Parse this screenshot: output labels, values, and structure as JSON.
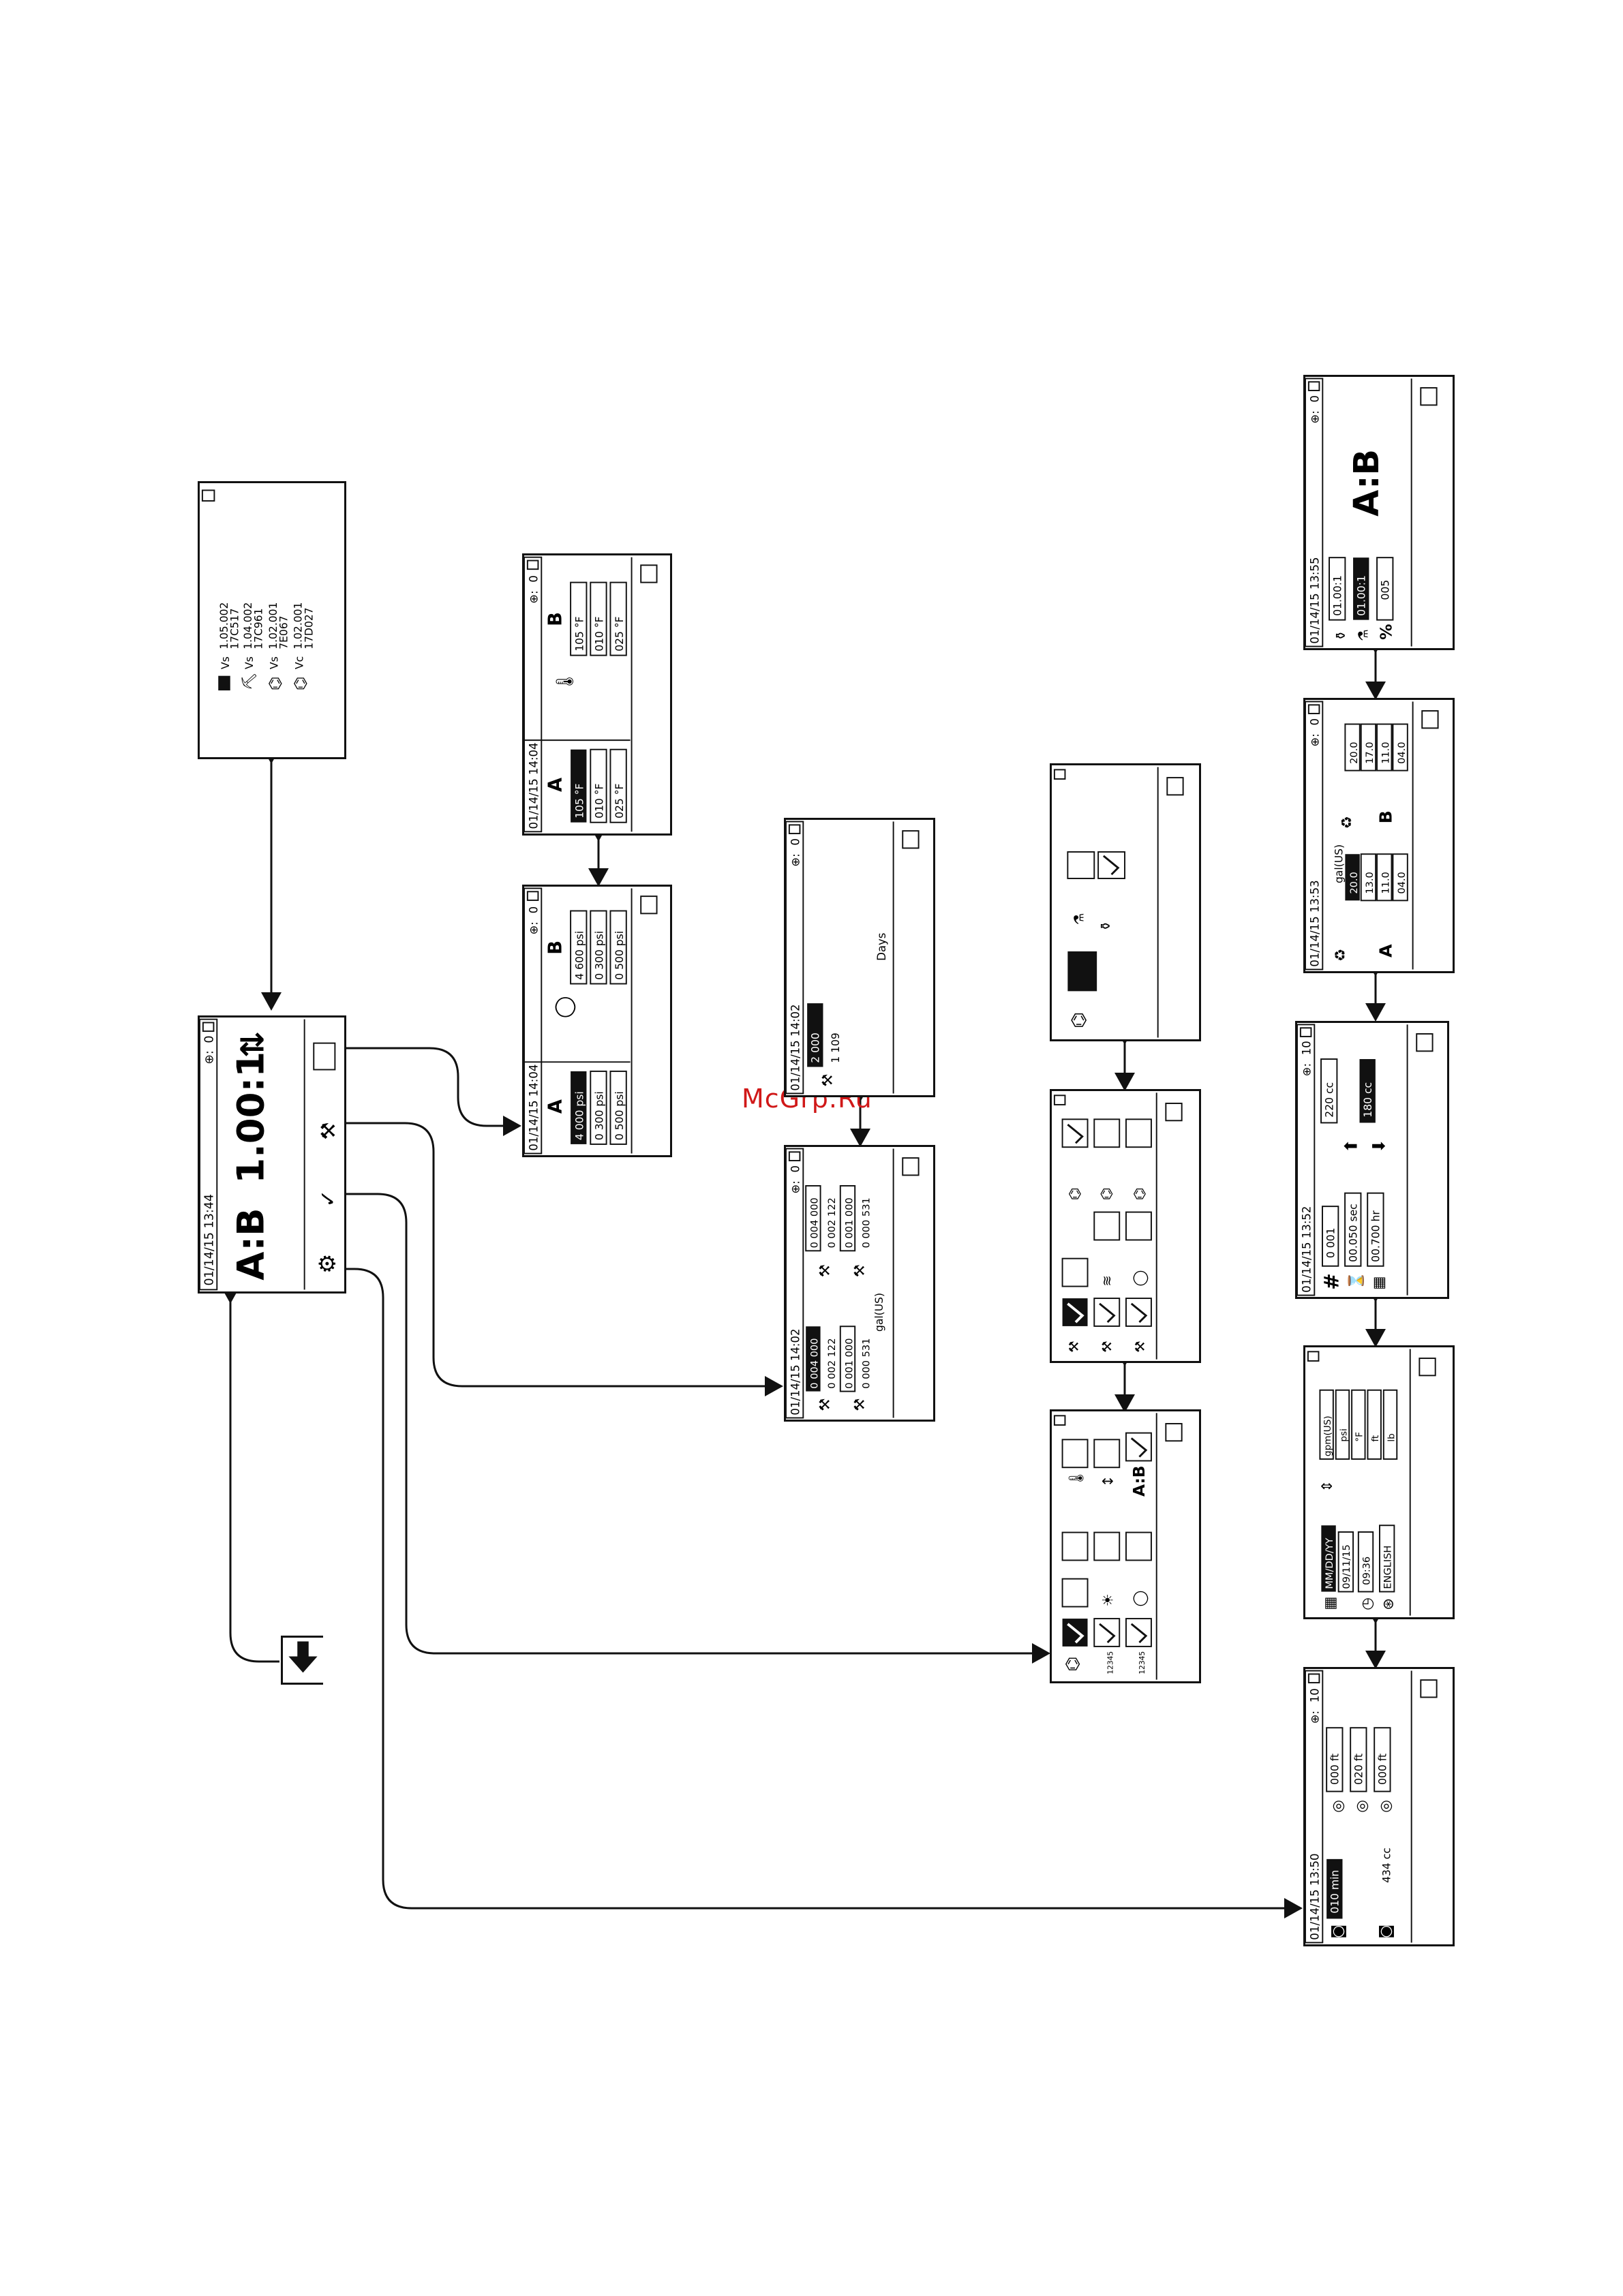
{
  "watermark": "McGrp.Ru",
  "home": {
    "datetime": "01/14/15 13:44",
    "counter": "0",
    "ratio_label": "A:B",
    "ratio_value": "1.00:1"
  },
  "version": {
    "rows": [
      {
        "prefix": "Vs",
        "version": "1.05.002",
        "part": "17C517"
      },
      {
        "prefix": "Vs",
        "version": "1.04.002",
        "part": "17C961"
      },
      {
        "prefix": "Vs",
        "version": "1.02.001",
        "part": "7E067"
      },
      {
        "prefix": "Vc",
        "version": "1.02.001",
        "part": "17D027"
      }
    ]
  },
  "pressure": {
    "datetime": "01/14/15 14:04",
    "counter": "0",
    "side_a": "A",
    "side_b": "B",
    "a_values": [
      "4 000 psi",
      "0 300 psi",
      "0 500 psi"
    ],
    "b_values": [
      "4 600 psi",
      "0 300 psi",
      "0 500 psi"
    ]
  },
  "temperature": {
    "datetime": "01/14/15 14:04",
    "counter": "0",
    "side_a": "A",
    "side_b": "B",
    "a_values": [
      "105 °F",
      "010 °F",
      "025 °F"
    ],
    "b_values": [
      "105 °F",
      "010 °F",
      "025 °F"
    ]
  },
  "maintenance": {
    "datetime": "01/14/15 14:02",
    "counter": "0",
    "unit": "gal(US)",
    "a_values": [
      "0 004 000",
      "0 002 122",
      "0 001 000",
      "0 000 531"
    ],
    "b_values": [
      "0 004 000",
      "0 002 122",
      "0 001 000",
      "0 000 531"
    ]
  },
  "days": {
    "datetime": "01/14/15 14:02",
    "counter": "0",
    "value": "2 000",
    "count": "1 109",
    "label": "Days"
  },
  "ratio_setup": {
    "datetime": "01/14/15 13:55",
    "counter": "0",
    "value1": "01.00:1",
    "value2": "01.00:1",
    "percent": "005",
    "label": "A:B"
  },
  "volume_setup": {
    "datetime": "01/14/15 13:53",
    "counter": "0",
    "unit": "gal(US)",
    "side_a": "A",
    "side_b": "B",
    "a_values": [
      "20.0",
      "13.0",
      "11.0",
      "04.0"
    ],
    "b_values": [
      "20.0",
      "17.0",
      "11.0",
      "04.0"
    ]
  },
  "dispense": {
    "datetime": "01/14/15 13:52",
    "counter": "10",
    "count": "0 001",
    "time": "00.050 sec",
    "hours": "00.700 hr",
    "vol_a": "220 cc",
    "vol_b": "180 cc"
  },
  "units": {
    "date_format": "MM/DD/YY",
    "date": "09/11/15",
    "time": "09:36",
    "language": "ENGLISH",
    "unit_values": [
      "gpm(US)",
      "psi",
      "°F",
      "ft",
      "lb"
    ]
  },
  "hoses": {
    "datetime": "01/14/15 13:50",
    "counter": "10",
    "time": "010 min",
    "lengths": [
      "000 ft",
      "020 ft",
      "000 ft"
    ],
    "volume": "434 cc"
  },
  "setup_grid_icons": [
    "usb-icon",
    "counter-icon",
    "level-icon"
  ],
  "colors": {
    "line": "#111111",
    "highlight": "#111111",
    "watermark": "#d01818"
  }
}
